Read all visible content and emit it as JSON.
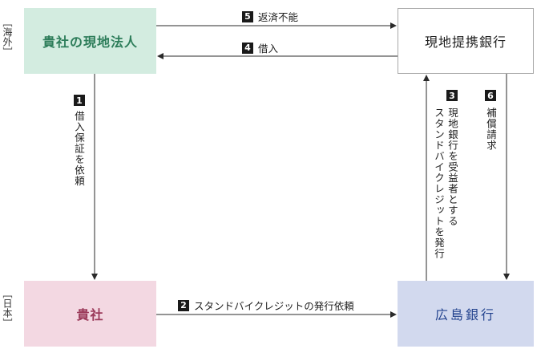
{
  "regions": {
    "overseas": "［海外］",
    "japan": "［日本］"
  },
  "boxes": {
    "overseas_subsidiary": "貴社の現地法人",
    "local_partner_bank": "現地提携銀行",
    "our_company": "貴社",
    "hiroshima_bank": "広島銀行"
  },
  "steps": [
    {
      "num": "1",
      "text": "借入保証を依頼"
    },
    {
      "num": "2",
      "text": "スタンドバイクレジットの発行依頼"
    },
    {
      "num": "3",
      "text_line1": "現地銀行を受益者とする",
      "text_line2": "スタンドバイクレジットを発行"
    },
    {
      "num": "4",
      "text": "借入"
    },
    {
      "num": "5",
      "text": "返済不能"
    },
    {
      "num": "6",
      "text": "補償請求"
    }
  ],
  "colors": {
    "arrow": "#2a2a2a",
    "badge": "#1a1a1a"
  }
}
